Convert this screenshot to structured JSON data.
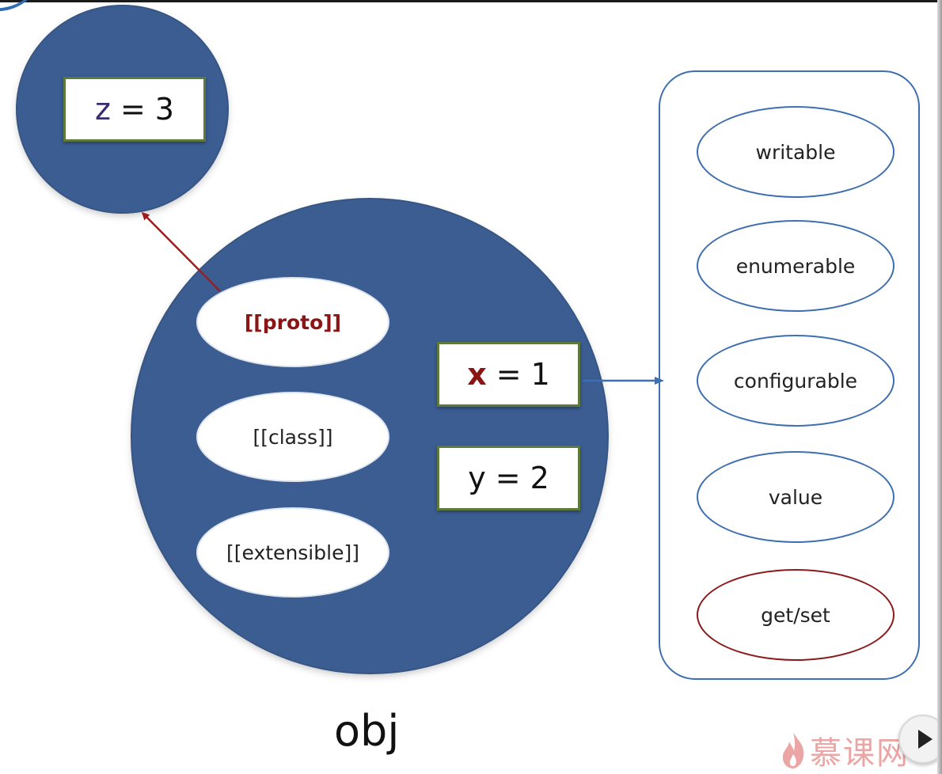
{
  "diagram": {
    "prototype_object": {
      "property": {
        "name": "z",
        "operator": "=",
        "value": "3"
      }
    },
    "object": {
      "label": "obj",
      "internal_slots": [
        {
          "label": "[[proto]]"
        },
        {
          "label": "[[class]]"
        },
        {
          "label": "[[extensible]]"
        }
      ],
      "properties": [
        {
          "name": "x",
          "operator": "=",
          "value": "1"
        },
        {
          "name": "y",
          "operator": "=",
          "value": "2"
        }
      ]
    },
    "property_attributes": [
      {
        "label": "writable"
      },
      {
        "label": "enumerable"
      },
      {
        "label": "configurable"
      },
      {
        "label": "value"
      },
      {
        "label": "get/set"
      }
    ],
    "colors": {
      "circle_fill": "#3b5d92",
      "accent_red": "#8b1414",
      "attribute_border": "#3e6fb0",
      "getset_border": "#8b1a1a",
      "box_border": "#5d7a3a"
    }
  },
  "watermark": {
    "text": "慕课网",
    "icon": "flame-logo-icon"
  },
  "player": {
    "icon": "play-icon"
  }
}
